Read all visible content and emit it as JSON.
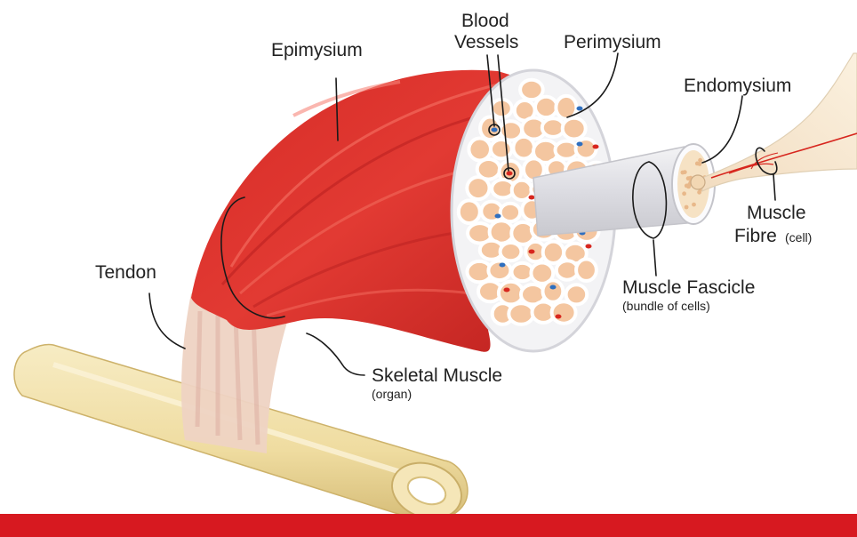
{
  "labels": {
    "epimysium": "Epimysium",
    "blood_vessels_line1": "Blood",
    "blood_vessels_line2": "Vessels",
    "perimysium": "Perimysium",
    "endomysium": "Endomysium",
    "muscle_fibre_line1": "Muscle",
    "muscle_fibre_line2": "Fibre",
    "muscle_fibre_note": "(cell)",
    "tendon": "Tendon",
    "muscle_fascicle": "Muscle Fascicle",
    "muscle_fascicle_note": "(bundle of cells)",
    "skeletal_muscle": "Skeletal Muscle",
    "skeletal_muscle_note": "(organ)"
  },
  "colors": {
    "muscle_red": "#e0302c",
    "muscle_dark": "#b81f1f",
    "bone": "#f1e0a8",
    "bone_shadow": "#d9c27c",
    "tendon": "#f0d6c6",
    "fascicle": "#f4c6a0",
    "sheath": "#e9e9ec",
    "vessel_blue": "#2f6fbf",
    "vessel_red": "#d7261e",
    "footer_bar": "#d71920"
  }
}
